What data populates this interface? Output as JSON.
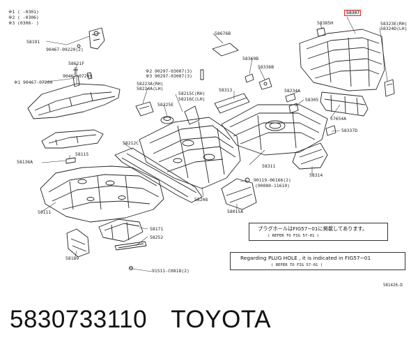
{
  "legend": [
    "※1 (      -0301)",
    "※2 (      -0306)",
    "※3 (0306-      )"
  ],
  "highlighted_part": "58307",
  "part_labels": {
    "p58191": "58191",
    "p90467_09220": "90467-09220(2)",
    "p58621F": "58621F",
    "p90467_07200a": "90467-07200",
    "p90467_07200b": "※1 90467-07200",
    "p58676B": "58676B",
    "p58369B": "58369B",
    "p58336B": "58336B",
    "p90297_03007_2": "※2 90297-03007(3)",
    "p90297_03007_3": "※3 90297-03007(3)",
    "p58223A": "58223A(RH)",
    "p58224A": "58224A(LH)",
    "p58215C": "58215C(RH)",
    "p58216C": "58216C(LH)",
    "p58313": "58313",
    "p58234A": "58234A",
    "p58305": "58305",
    "p58325E": "58325E",
    "p58385H": "58385H",
    "p58323E": "58323E(RH)",
    "p58324D": "58324D(LH)",
    "p57654A": "57654A",
    "p58337D": "58337D",
    "p58212C": "58212C",
    "p58115": "58115",
    "p58136A": "58136A",
    "p58311": "58311",
    "p58314": "58314",
    "p90119": "90119-06166(2)",
    "p90080": "(90080-11610)",
    "p58208": "58208",
    "p58015A": "58015A",
    "p58111": "58111",
    "p58171": "58171",
    "p58252": "58252",
    "p58189": "58189",
    "p91511": "91511-C0818(2)"
  },
  "notes": {
    "jp_main": "プラグホールはFIG57−01に掲載してあります。",
    "jp_sub": "(     REFER TO FIG 57-01          )",
    "en_main": "Regarding  PLUG HOLE , it is indicated in FIG57−01",
    "en_sub": "(     REFER TO FIG 57-01          )"
  },
  "figure_code": "581426-D",
  "title": {
    "part_number": "5830733110",
    "brand": "TOYOTA"
  }
}
